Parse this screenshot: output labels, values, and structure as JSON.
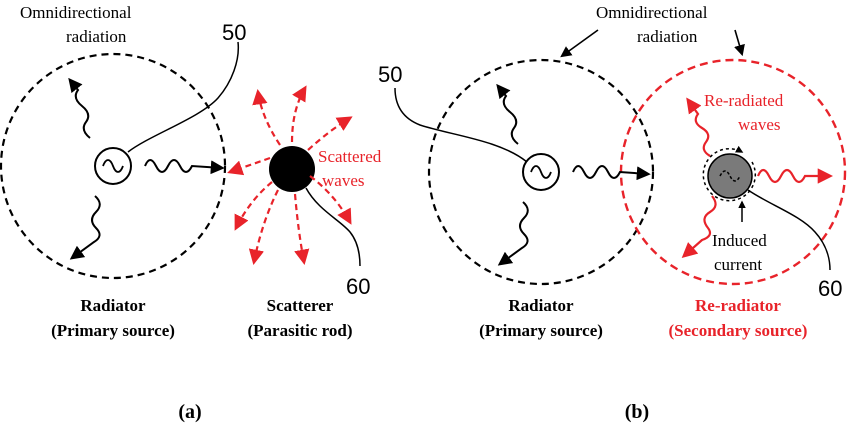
{
  "colors": {
    "primary": "#000000",
    "accent": "#e8232a",
    "rod_gray": "#7a7a7a"
  },
  "panel_a": {
    "omni_line1": "Omnidirectional",
    "omni_line2": "radiation",
    "ref_source": "50",
    "ref_rod": "60",
    "scattered_line1": "Scattered",
    "scattered_line2": "waves",
    "radiator_line1": "Radiator",
    "radiator_line2": "(Primary source)",
    "scatterer_line1": "Scatterer",
    "scatterer_line2": "(Parasitic rod)",
    "caption": "(a)"
  },
  "panel_b": {
    "omni_line1": "Omnidirectional",
    "omni_line2": "radiation",
    "ref_source": "50",
    "ref_rod": "60",
    "reradiated_line1": "Re-radiated",
    "reradiated_line2": "waves",
    "induced_line1": "Induced",
    "induced_line2": "current",
    "radiator_line1": "Radiator",
    "radiator_line2": "(Primary source)",
    "reradiator_line1": "Re-radiator",
    "reradiator_line2": "(Secondary source)",
    "caption": "(b)"
  }
}
